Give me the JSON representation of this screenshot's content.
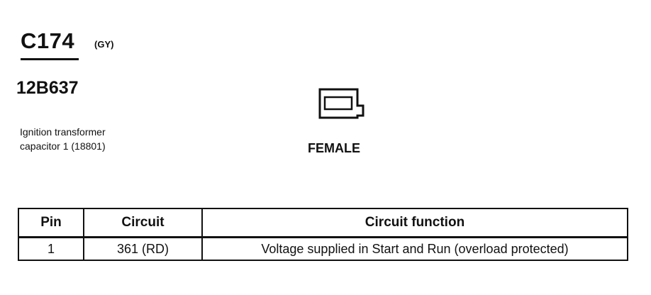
{
  "connector": {
    "id": "C174",
    "color": "(GY)",
    "part_number": "12B637",
    "description_line1": "Ignition transformer",
    "description_line2": "capacitor 1 (18801)",
    "gender": "FEMALE"
  },
  "table": {
    "headers": {
      "pin": "Pin",
      "circuit": "Circuit",
      "function": "Circuit function"
    },
    "rows": [
      {
        "pin": "1",
        "circuit": "361 (RD)",
        "function": "Voltage supplied in Start and Run (overload protected)"
      }
    ]
  },
  "icons": {
    "connector_face": "connector-face-icon"
  }
}
